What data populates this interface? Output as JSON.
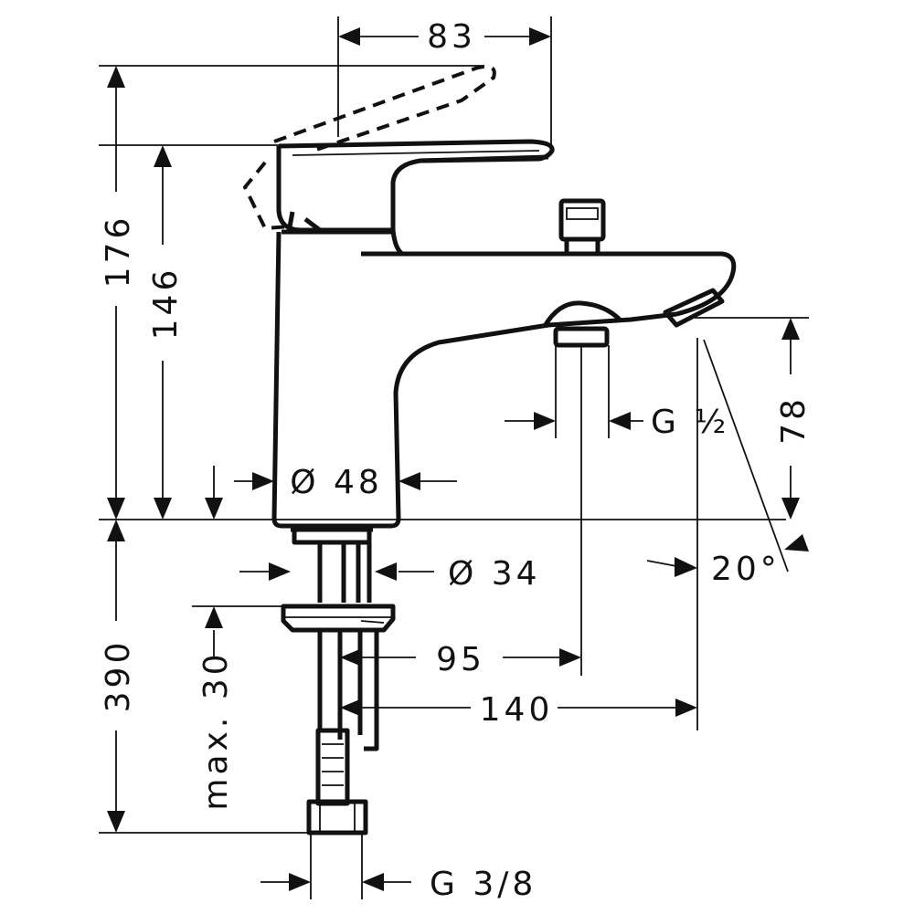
{
  "dimensions": {
    "top_width": "83",
    "total_height": "176",
    "body_height": "146",
    "outlet_height": "78",
    "body_diameter": "Ø 48",
    "shank_diameter": "Ø 34",
    "outlet_thread": "G ½",
    "spout_angle": "20°",
    "below_deck_length": "390",
    "max_deck_thickness": "max. 30",
    "diverter_reach": "95",
    "spout_reach": "140",
    "supply_thread": "G 3/8"
  }
}
